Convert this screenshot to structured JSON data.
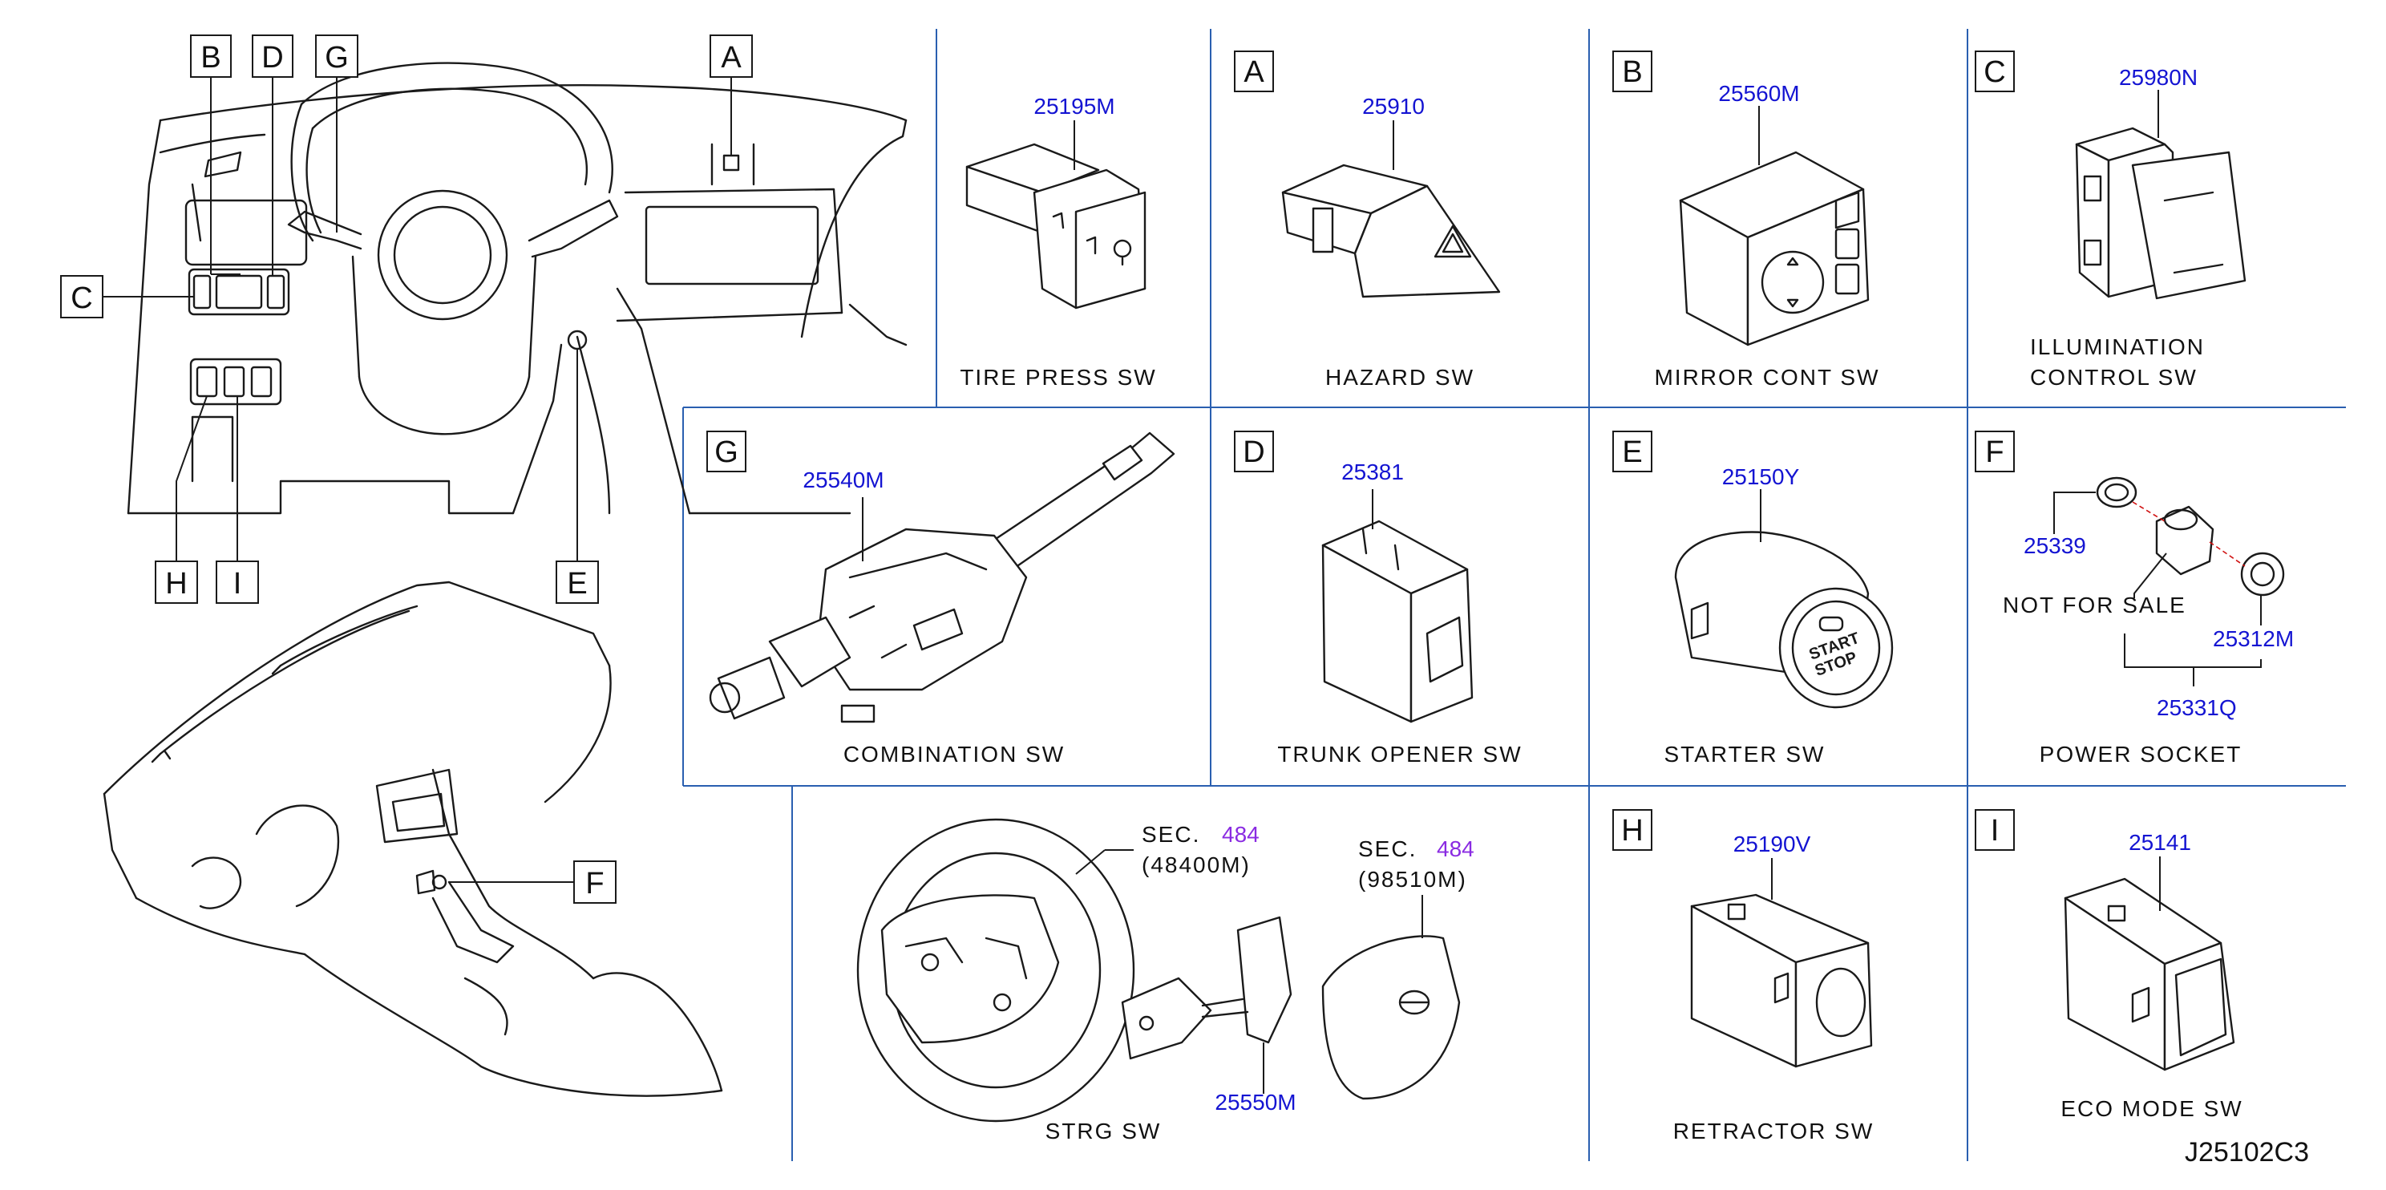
{
  "diagram_id": "J25102C3",
  "overview": {
    "letters": [
      "A",
      "B",
      "C",
      "D",
      "E",
      "F",
      "G",
      "H",
      "I"
    ]
  },
  "panels": [
    {
      "key": "tire",
      "letter": "",
      "part": "25195M",
      "title": [
        "TIRE   PRESS   SW"
      ]
    },
    {
      "key": "hazard",
      "letter": "A",
      "part": "25910",
      "title": [
        "HAZARD   SW"
      ]
    },
    {
      "key": "mirror",
      "letter": "B",
      "part": "25560M",
      "title": [
        "MIRROR   CONT   SW"
      ]
    },
    {
      "key": "illum",
      "letter": "C",
      "part": "25980N",
      "title": [
        "ILLUMINATION",
        "CONTROL   SW"
      ]
    },
    {
      "key": "combo",
      "letter": "G",
      "part": "25540M",
      "title": [
        "COMBINATION   SW"
      ]
    },
    {
      "key": "trunk",
      "letter": "D",
      "part": "25381",
      "title": [
        "TRUNK   OPENER   SW"
      ]
    },
    {
      "key": "starter",
      "letter": "E",
      "part": "25150Y",
      "title": [
        "STARTER   SW"
      ]
    },
    {
      "key": "socket",
      "letter": "F",
      "part": "",
      "title": [
        "POWER   SOCKET"
      ],
      "parts": [
        "25339",
        "25312M",
        "25331Q"
      ],
      "note": "NOT   FOR   SALE"
    },
    {
      "key": "strg",
      "letter": "",
      "part": "25550M",
      "title": [
        "STRG   SW"
      ],
      "sec": [
        {
          "label": "SEC.",
          "num": "484",
          "sub": "(48400M)"
        },
        {
          "label": "SEC.",
          "num": "484",
          "sub": "(98510M)"
        }
      ]
    },
    {
      "key": "retractor",
      "letter": "H",
      "part": "25190V",
      "title": [
        "RETRACTOR   SW"
      ]
    },
    {
      "key": "eco",
      "letter": "I",
      "part": "25141",
      "title": [
        "ECO   MODE   SW"
      ]
    }
  ]
}
